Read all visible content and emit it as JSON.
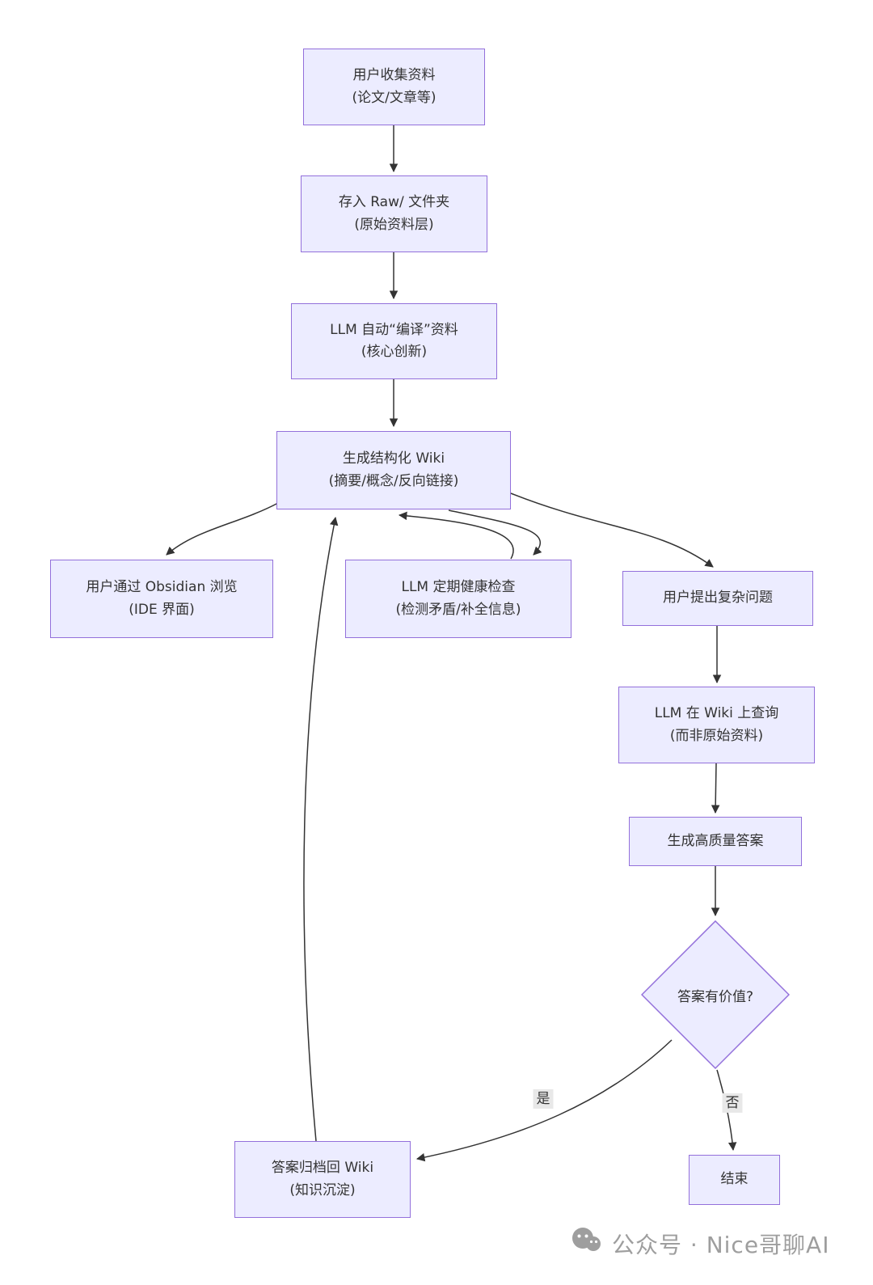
{
  "diagram": {
    "nodes": {
      "collect": {
        "line1": "用户收集资料",
        "line2": "(论文/文章等)"
      },
      "raw": {
        "line1": "存入 Raw/ 文件夹",
        "line2": "(原始资料层)"
      },
      "compile": {
        "line1": "LLM 自动“编译”资料",
        "line2": "(核心创新)"
      },
      "wiki": {
        "line1": "生成结构化 Wiki",
        "line2": "(摘要/概念/反向链接)"
      },
      "obsidian": {
        "line1": "用户通过 Obsidian 浏览",
        "line2": "(IDE 界面)"
      },
      "health": {
        "line1": "LLM 定期健康检查",
        "line2": "(检测矛盾/补全信息)"
      },
      "question": {
        "line1": "用户提出复杂问题"
      },
      "query": {
        "line1": "LLM 在 Wiki 上查询",
        "line2": "(而非原始资料)"
      },
      "answer": {
        "line1": "生成高质量答案"
      },
      "decision": {
        "line1": "答案有价值?"
      },
      "archive": {
        "line1": "答案归档回 Wiki",
        "line2": "(知识沉淀)"
      },
      "end": {
        "line1": "结束"
      }
    },
    "edge_labels": {
      "yes": "是",
      "no": "否"
    },
    "colors": {
      "node_fill": "#ECECFF",
      "node_border": "#9370DB",
      "edge": "#333333",
      "text": "#333333",
      "edge_label_bg": "#e8e8e8"
    }
  },
  "watermark": {
    "text": "公众号 · Nice哥聊AI"
  }
}
